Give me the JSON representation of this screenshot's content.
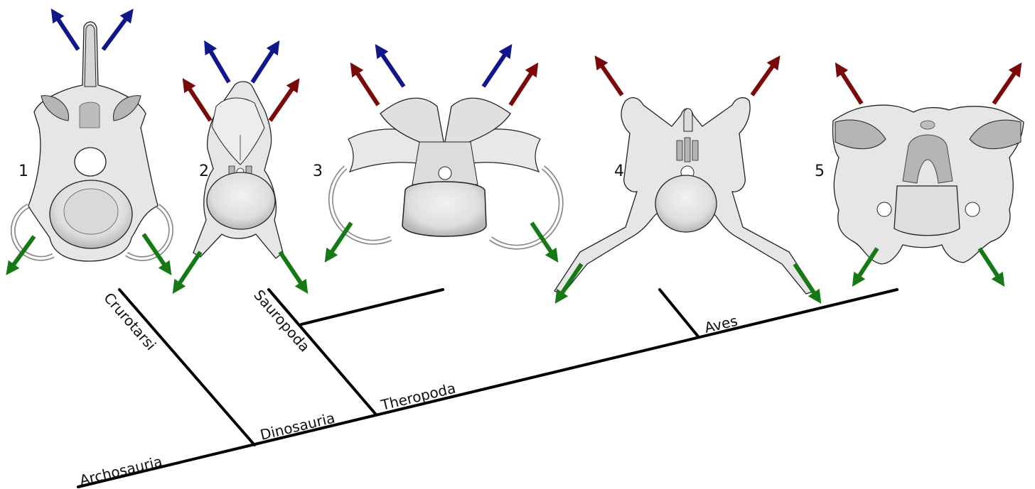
{
  "colors": {
    "background": "#ffffff",
    "bone_fill": "#e6e6e6",
    "bone_shade": "#bfbfbf",
    "bone_stroke": "#222222",
    "arrow_blue": "#10178a",
    "arrow_red": "#7a0a0a",
    "arrow_green": "#157a15",
    "tree_line": "#000000",
    "ring": "#8c8c8c"
  },
  "specimens": [
    {
      "number": "1",
      "icon": "vertebra-icon"
    },
    {
      "number": "2",
      "icon": "vertebra-icon"
    },
    {
      "number": "3",
      "icon": "vertebra-icon"
    },
    {
      "number": "4",
      "icon": "vertebra-icon"
    },
    {
      "number": "5",
      "icon": "vertebra-icon"
    }
  ],
  "clades": {
    "archosauria": "Archosauria",
    "crurotarsi": "Crurotarsi",
    "dinosauria": "Dinosauria",
    "sauropoda": "Sauropoda",
    "theropoda": "Theropoda",
    "aves": "Aves"
  }
}
